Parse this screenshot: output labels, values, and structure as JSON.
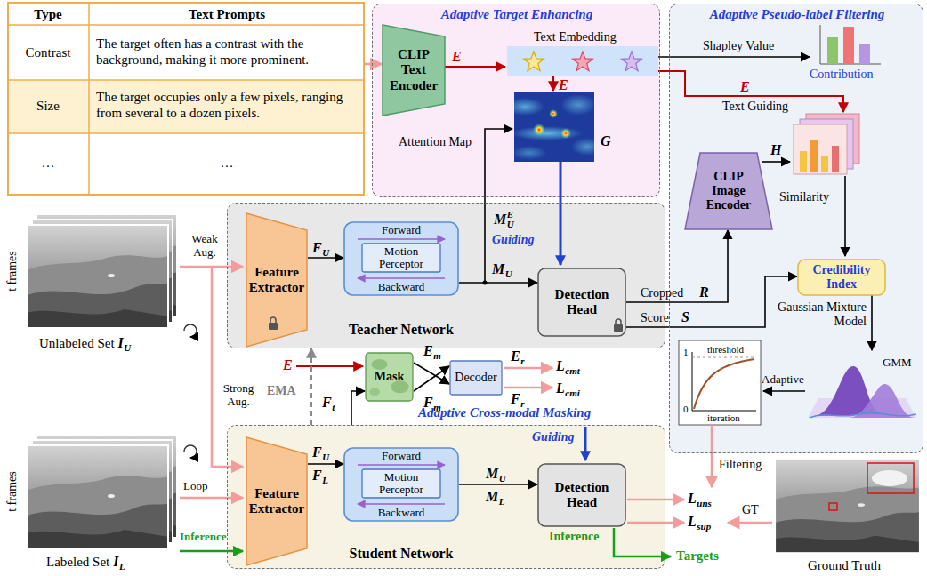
{
  "diagram": {
    "nodes": [
      {
        "text": [
          "Type",
          "Text Prompts",
          "Contrast",
          "The target often has a contrast with the background, making it more prominent.",
          "Size",
          "The target occupies only a few pixels, ranging from several to a dozen pixels.",
          "…",
          "…"
        ]
      },
      {
        "text": [
          "Adaptive Target Enhancing"
        ]
      },
      {
        "text": [
          "CLIP Text Encoder"
        ],
        "in": 1
      },
      {
        "text": [
          "Adaptive Pseudo-label Filtering"
        ]
      },
      {
        "text": [
          "CLIP Image Encoder"
        ],
        "in": 3
      },
      {
        "text": [
          "Credibility Index"
        ],
        "in": 3
      },
      {
        "text": [
          "Teacher Network"
        ]
      },
      {
        "text": [
          "Feature Extractor"
        ],
        "in": 6
      },
      {
        "text": [
          "Forward",
          "Backward"
        ],
        "in": 6
      },
      {
        "text": [
          "Motion Perceptor"
        ],
        "in": 8
      },
      {
        "text": [
          "Detection Head"
        ],
        "in": 6
      },
      {
        "text": [
          "Mask"
        ]
      },
      {
        "text": [
          "Decoder"
        ]
      },
      {
        "text": [
          "Student Network"
        ]
      },
      {
        "text": [
          "Feature Extractor"
        ],
        "in": 13
      },
      {
        "text": [
          "Forward",
          "Backward"
        ],
        "in": 13
      },
      {
        "text": [
          "Motion Perceptor"
        ],
        "in": 15
      },
      {
        "text": [
          "Detection Head"
        ],
        "in": 13
      }
    ],
    "edges": [
      {
        "from": 0,
        "to": 2,
        "arrow": "to"
      },
      {
        "from": 7,
        "to": 8,
        "arrow": "to"
      },
      {
        "from": 8,
        "to": 10,
        "arrow": "to"
      },
      {
        "from": 10,
        "to": 4,
        "arrow": "to"
      },
      {
        "from": 10,
        "to": 5,
        "arrow": "to"
      },
      {
        "from": 13,
        "to": 6,
        "label": "EMA",
        "arrow": "to"
      },
      {
        "from": 14,
        "to": 15,
        "arrow": "to"
      },
      {
        "from": 15,
        "to": 17,
        "arrow": "to"
      },
      {
        "from": 11,
        "to": 12,
        "arrow": "to"
      },
      {
        "from": 11,
        "to": 12,
        "arrow": "to"
      },
      {
        "from": 13,
        "to": 11,
        "arrow": "to"
      }
    ],
    "labels": [
      "Text Embedding",
      "E",
      "E",
      "Attention Map",
      "G",
      "M",
      "E",
      "U",
      "Guiding",
      "Shapley Value",
      "Contribution",
      "E",
      "Text Guiding",
      "H",
      "Similarity",
      "Cropped",
      "R",
      "Score",
      "S",
      "Gaussian Mixture Model",
      "GMM",
      "Adaptive",
      "threshold",
      "1",
      "0",
      "iteration",
      "Filtering",
      "L",
      "uns",
      "L",
      "sup",
      "GT",
      "Ground Truth",
      "Inference",
      "Targets",
      "Guiding",
      "F",
      "U",
      "F",
      "L",
      "M",
      "U",
      "M",
      "L",
      "t frames",
      "Unlabeled Set",
      "I",
      "U",
      "Weak Aug.",
      "Strong Aug.",
      "Loop",
      "Inference",
      "t frames",
      "Labeled Set",
      "I",
      "L",
      "E",
      "F",
      "t",
      "E",
      "m",
      "F",
      "m",
      "E",
      "r",
      "F",
      "r",
      "L",
      "cmt",
      "L",
      "cmi",
      "Adaptive Cross-modal Masking",
      "F",
      "U",
      "M",
      "U"
    ]
  }
}
